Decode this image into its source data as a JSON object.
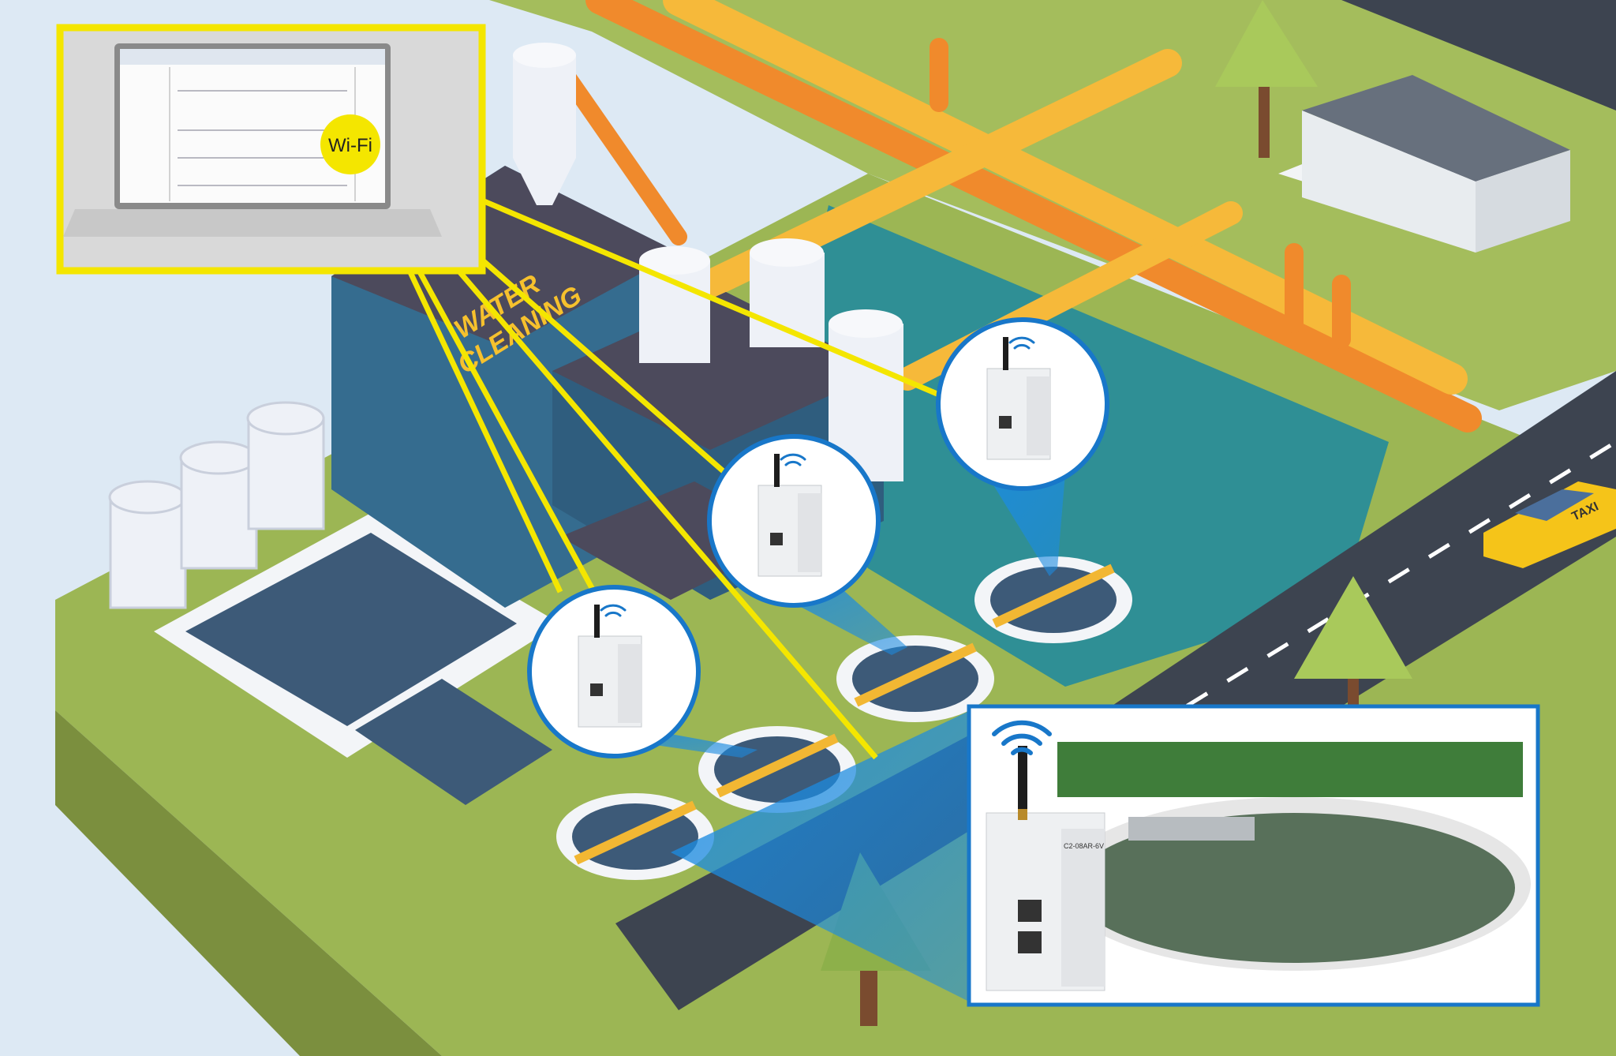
{
  "illustration": {
    "building_sign": {
      "line1": "WATER",
      "line2": "CLEANING"
    },
    "wifi_badge": "Wi-Fi",
    "taxi_sign": "TAXI",
    "device_model": "C2-08AR-6V"
  },
  "colors": {
    "background": "#dde9f4",
    "ground": "#9cb654",
    "water": "#2f8f95",
    "pipe_orange": "#f08a2c",
    "pipe_yellow": "#f6b93a",
    "link_yellow": "#f4e600",
    "callout_blue": "#1877c9",
    "building": "#356c8f",
    "road": "#3d4450"
  },
  "icons": [
    "wifi-icon",
    "plc-controller-icon",
    "laptop-icon",
    "taxi-icon",
    "house-icon",
    "tree-icon"
  ]
}
